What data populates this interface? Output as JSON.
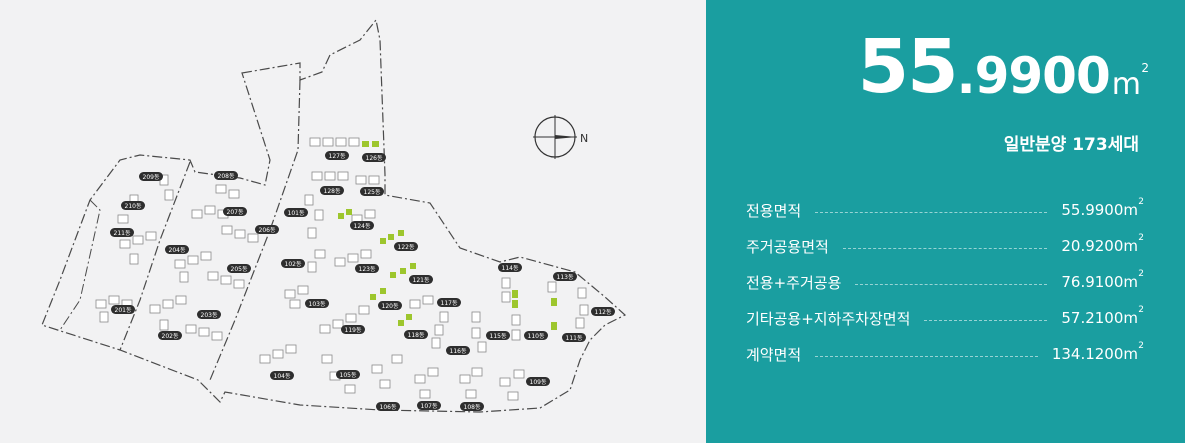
{
  "summary": {
    "area_int": "55",
    "area_dec": ".9900",
    "area_unit": "m",
    "area_unit_sup": "2",
    "households": "일반분양 173세대"
  },
  "compass": {
    "label": "N"
  },
  "rows": [
    {
      "label": "전용면적",
      "value": "55.9900m",
      "sup": "2"
    },
    {
      "label": "주거공용면적",
      "value": "20.9200m",
      "sup": "2"
    },
    {
      "label": "전용+주거공용",
      "value": "76.9100m",
      "sup": "2"
    },
    {
      "label": "기타공용+지하주차장면적",
      "value": "57.2100m",
      "sup": "2"
    },
    {
      "label": "계약면적",
      "value": "134.1200m",
      "sup": "2"
    }
  ],
  "buildings": [
    "127동",
    "126동",
    "128동",
    "125동",
    "124동",
    "122동",
    "123동",
    "121동",
    "120동",
    "117동",
    "118동",
    "119동",
    "116동",
    "115동",
    "110동",
    "111동",
    "114동",
    "113동",
    "112동",
    "101동",
    "102동",
    "103동",
    "104동",
    "105동",
    "106동",
    "107동",
    "108동",
    "109동",
    "201동",
    "202동",
    "203동",
    "204동",
    "205동",
    "206동",
    "207동",
    "208동",
    "209동",
    "210동",
    "211동"
  ],
  "colors": {
    "panel": "#1a9ea0",
    "highlight": "#9dc62d",
    "label_bg": "#2e2e2e"
  }
}
